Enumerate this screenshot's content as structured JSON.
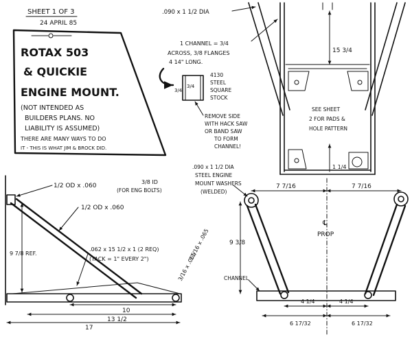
{
  "header": {
    "sheet": "SHEET 1 OF 3",
    "date": "24 APRIL 85"
  },
  "title_card": {
    "line1": "ROTAX 503",
    "line2": "& QUICKIE",
    "line3": "ENGINE MOUNT.",
    "disclaimer1": "(NOT INTENDED AS",
    "disclaimer2": "BUILDERS PLANS. NO",
    "disclaimer3": "LIABILITY IS ASSUMED)",
    "note1": "THERE ARE MANY WAYS TO DO",
    "note2": "IT - THIS IS WHAT JIM & BROCK DID."
  },
  "top_right": {
    "tube_top": ".090 x 1 1/2 DIA",
    "channel_a": "1 CHANNEL = 3/4",
    "channel_b": "ACROSS, 3/8 FLANGES",
    "channel_c": "4 14\" LONG.",
    "steel_a": "4130",
    "steel_b": "STEEL",
    "steel_c": "SQUARE",
    "steel_d": "STOCK",
    "sq_w": "3/4",
    "sq_h": "3/4",
    "remove_a": "REMOVE SIDE",
    "remove_b": "WITH HACK SAW",
    "remove_c": "OR BAND SAW",
    "remove_d": "TO FORM",
    "remove_e": "CHANNEL!",
    "dim_height": "15 3/4",
    "see_a": "SEE SHEET",
    "see_b": "2 FOR PADS &",
    "see_c": "HOLE PATTERN",
    "dim_small": "1 1/4"
  },
  "side_view": {
    "top_bushing": "1/2 OD x .060",
    "top_id": "3/8 ID",
    "top_bolts": "(FOR ENG BOLTS)",
    "strut": "1/2 OD x .060",
    "ref": "9 7/8 REF.",
    "lower_tube": ".062 x 15 1/2 x 1 (2 REQ)",
    "tack": "(TACK = 1\" EVERY 2\")",
    "end_tube1": "11/16 x .065",
    "end_tube2": "3/16 x .065",
    "dim_10": "10",
    "dim_13": "13 1/2",
    "dim_17": "17"
  },
  "front_view": {
    "washers_a": ".090 x 1 1/2 DIA",
    "washers_b": "STEEL ENGINE",
    "washers_c": "MOUNT WASHERS",
    "washers_d": "(WELDED)",
    "dim_left": "7 7/16",
    "dim_right": "7 7/16",
    "cl_prop": "PROP",
    "height": "9 3/8",
    "channel": "CHANNEL",
    "dim_4a": "4 1/4",
    "dim_4b": "4 1/4",
    "dim_6a": "6 17/32",
    "dim_6b": "6 17/32"
  },
  "colors": {
    "ink": "#111111",
    "paper": "#ffffff"
  }
}
